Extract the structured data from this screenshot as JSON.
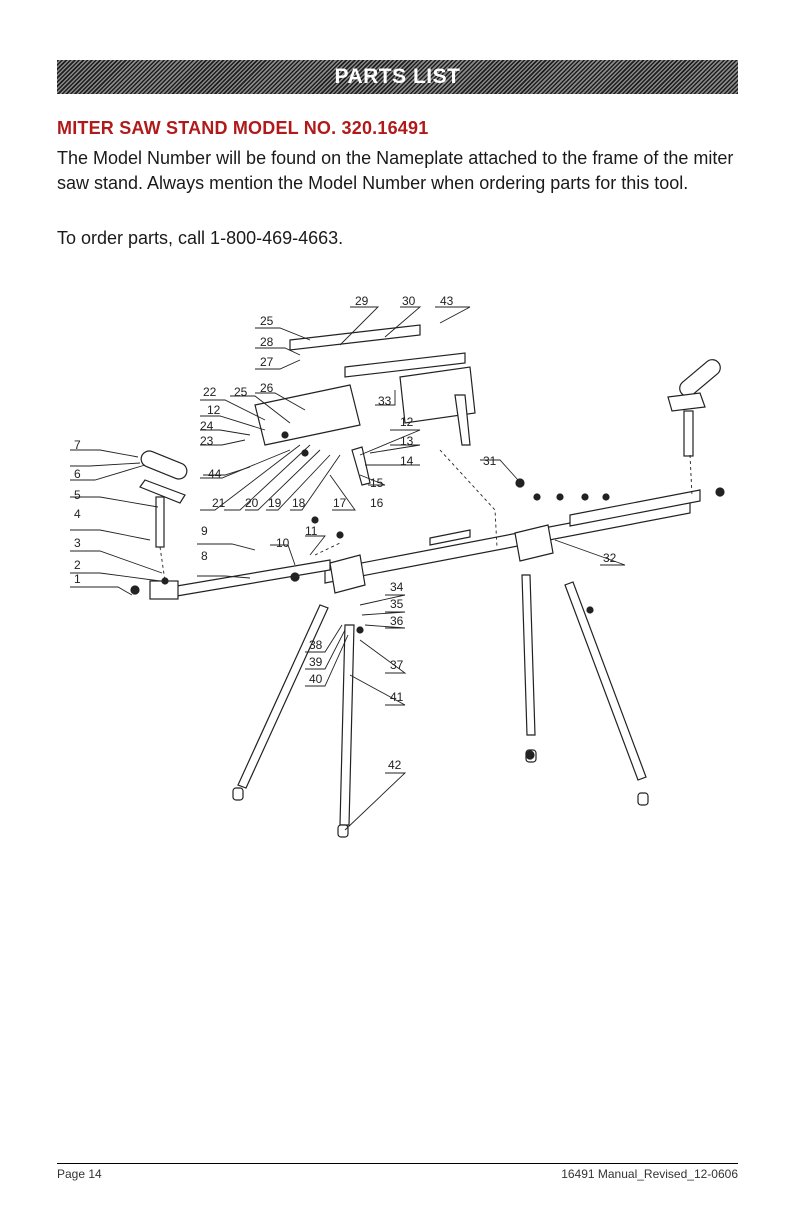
{
  "banner": {
    "title": "PARTS LIST"
  },
  "section": {
    "heading": "MITER SAW STAND MODEL NO. 320.16491"
  },
  "intro": {
    "paragraph": "The Model Number will be found on the Nameplate attached to the frame of the miter saw stand. Always mention the Model Number when ordering parts for this tool.",
    "order_line": "To order parts, call 1-800-469-4663."
  },
  "diagram": {
    "part_numbers": [
      "1",
      "2",
      "3",
      "4",
      "5",
      "6",
      "7",
      "8",
      "9",
      "10",
      "11",
      "12",
      "12",
      "13",
      "14",
      "15",
      "16",
      "17",
      "18",
      "19",
      "20",
      "21",
      "22",
      "23",
      "24",
      "25",
      "25",
      "26",
      "27",
      "28",
      "29",
      "30",
      "31",
      "32",
      "33",
      "34",
      "35",
      "36",
      "37",
      "38",
      "39",
      "40",
      "41",
      "42",
      "43",
      "44"
    ]
  },
  "footer": {
    "page": "Page 14",
    "doc_id": "16491 Manual_Revised_12-0606"
  }
}
